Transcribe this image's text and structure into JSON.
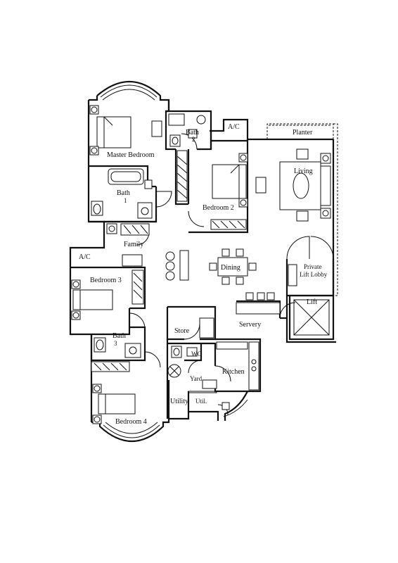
{
  "floor_plan": {
    "rooms": {
      "master_bedroom": "Master Bedroom",
      "bath_2_name": "Bath",
      "bath_2_num": "2",
      "ac_top": "A/C",
      "planter": "Planter",
      "living": "Living",
      "bath_1_name": "Bath",
      "bath_1_num": "1",
      "bedroom_2": "Bedroom 2",
      "family": "Family",
      "ac_left": "A/C",
      "dining": "Dining",
      "private": "Private",
      "lift_lobby": "Lift Lobby",
      "bedroom_3": "Bedroom 3",
      "lift": "Lift",
      "store": "Store",
      "servery": "Servery",
      "bath_3_name": "Bath",
      "bath_3_num": "3",
      "wc": "WC",
      "kitchen": "Kitchen",
      "yard": "Yard",
      "utility": "Utility",
      "util": "Util.",
      "bedroom_4": "Bedroom 4"
    }
  }
}
